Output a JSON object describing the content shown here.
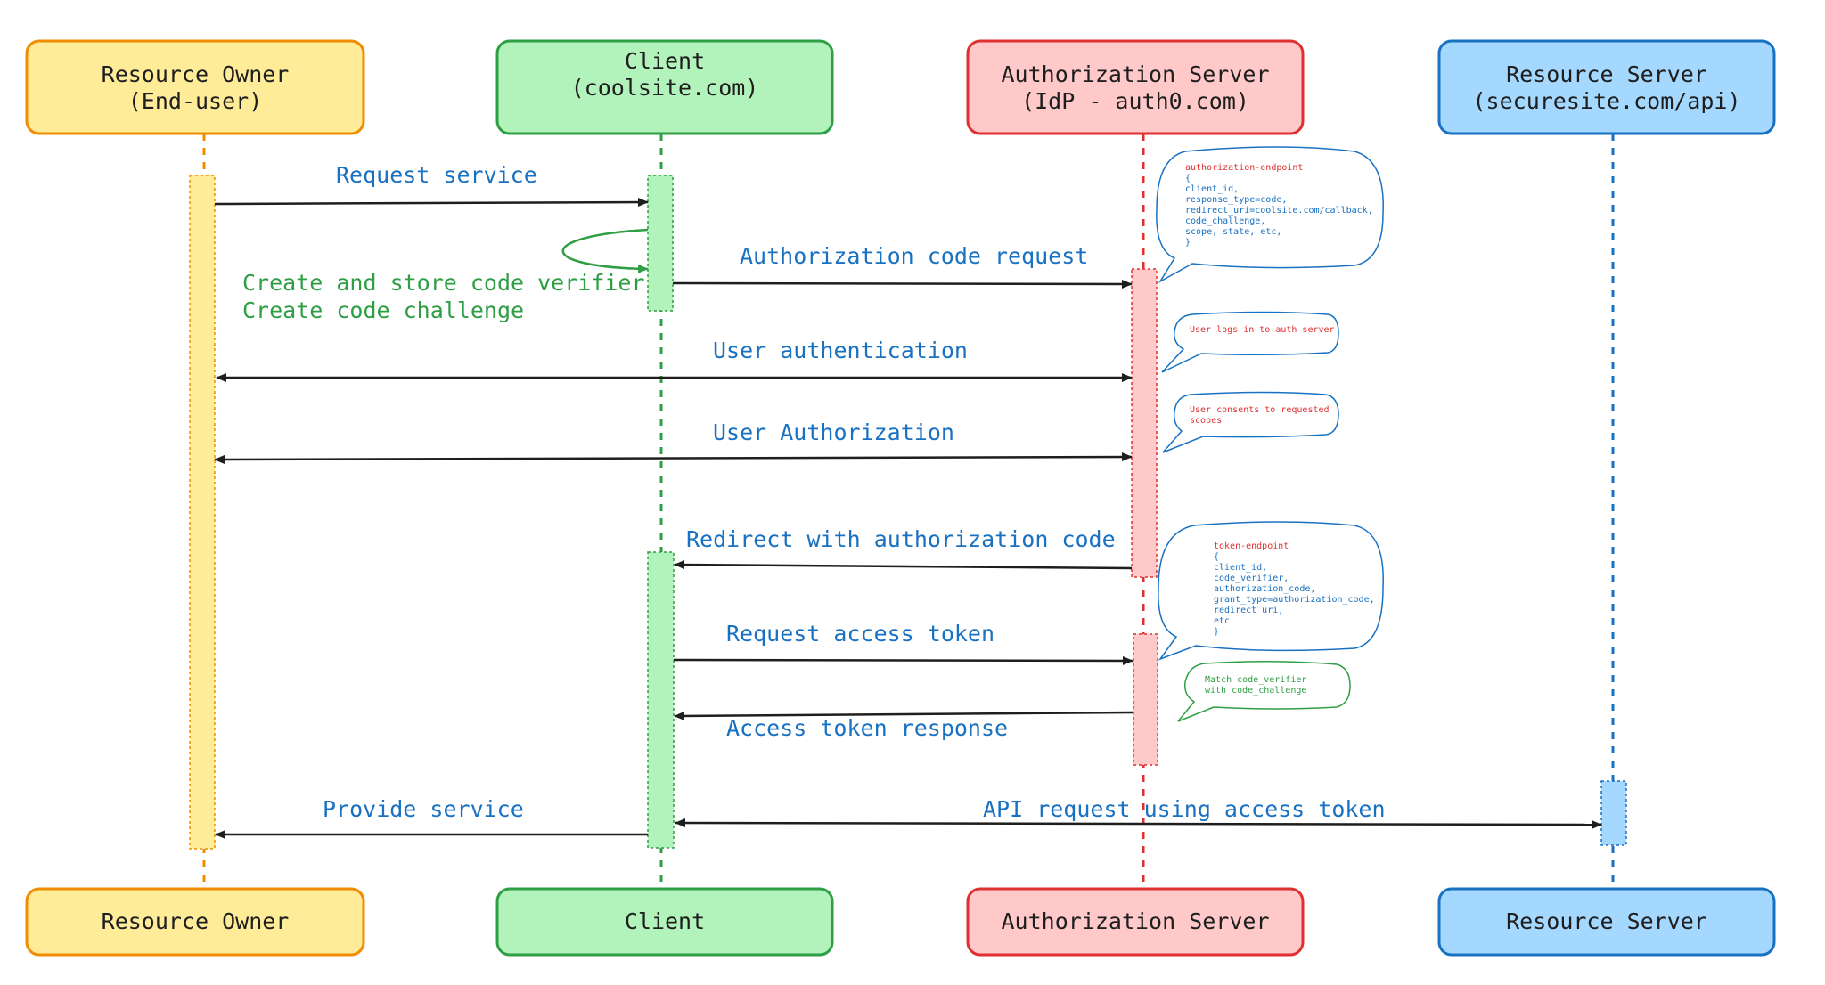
{
  "actors": {
    "owner": {
      "name": "Resource Owner",
      "sub": "(End-user)",
      "footer": "Resource Owner"
    },
    "client": {
      "name": "Client",
      "sub": "(coolsite.com)",
      "footer": "Client"
    },
    "auth": {
      "name": "Authorization Server",
      "sub": "(IdP - auth0.com)",
      "footer": "Authorization Server"
    },
    "resource": {
      "name": "Resource Server",
      "sub": "(securesite.com/api)",
      "footer": "Resource Server"
    }
  },
  "messages": {
    "request_service": "Request service",
    "self_note_1": "Create and store code verifier",
    "self_note_2": "Create code challenge",
    "auth_code_request": "Authorization code request",
    "user_authentication": "User authentication",
    "user_authorization": "User Authorization",
    "redirect": "Redirect with authorization code",
    "request_token": "Request access token",
    "token_response": "Access token response",
    "provide_service": "Provide service",
    "api_request": "API request using access token"
  },
  "bubbles": {
    "auth_endpoint": {
      "title": "authorization-endpoint",
      "lines": [
        "{",
        "client_id,",
        "response_type=code,",
        "redirect_uri=coolsite.com/callback,",
        "code_challenge,",
        "scope, state, etc,",
        "}"
      ]
    },
    "login": "User logs in to auth server",
    "consent": [
      "User consents to requested",
      "scopes"
    ],
    "token_endpoint": {
      "title": "token-endpoint",
      "lines": [
        "{",
        "client_id,",
        "code_verifier,",
        "authorization_code,",
        "grant_type=authorization_code,",
        "redirect_uri,",
        "etc",
        "}"
      ]
    },
    "match": [
      "Match code_verifier",
      "with code_challenge"
    ]
  },
  "colors": {
    "owner_fill": "#ffec99",
    "owner_stroke": "#f08c00",
    "client_fill": "#b2f2bb",
    "client_stroke": "#2f9e44",
    "auth_fill": "#ffc9c9",
    "auth_stroke": "#e03131",
    "resource_fill": "#a5d8ff",
    "resource_stroke": "#1971c2",
    "message_text": "#1971c2",
    "arrow": "#1e1e1e"
  }
}
